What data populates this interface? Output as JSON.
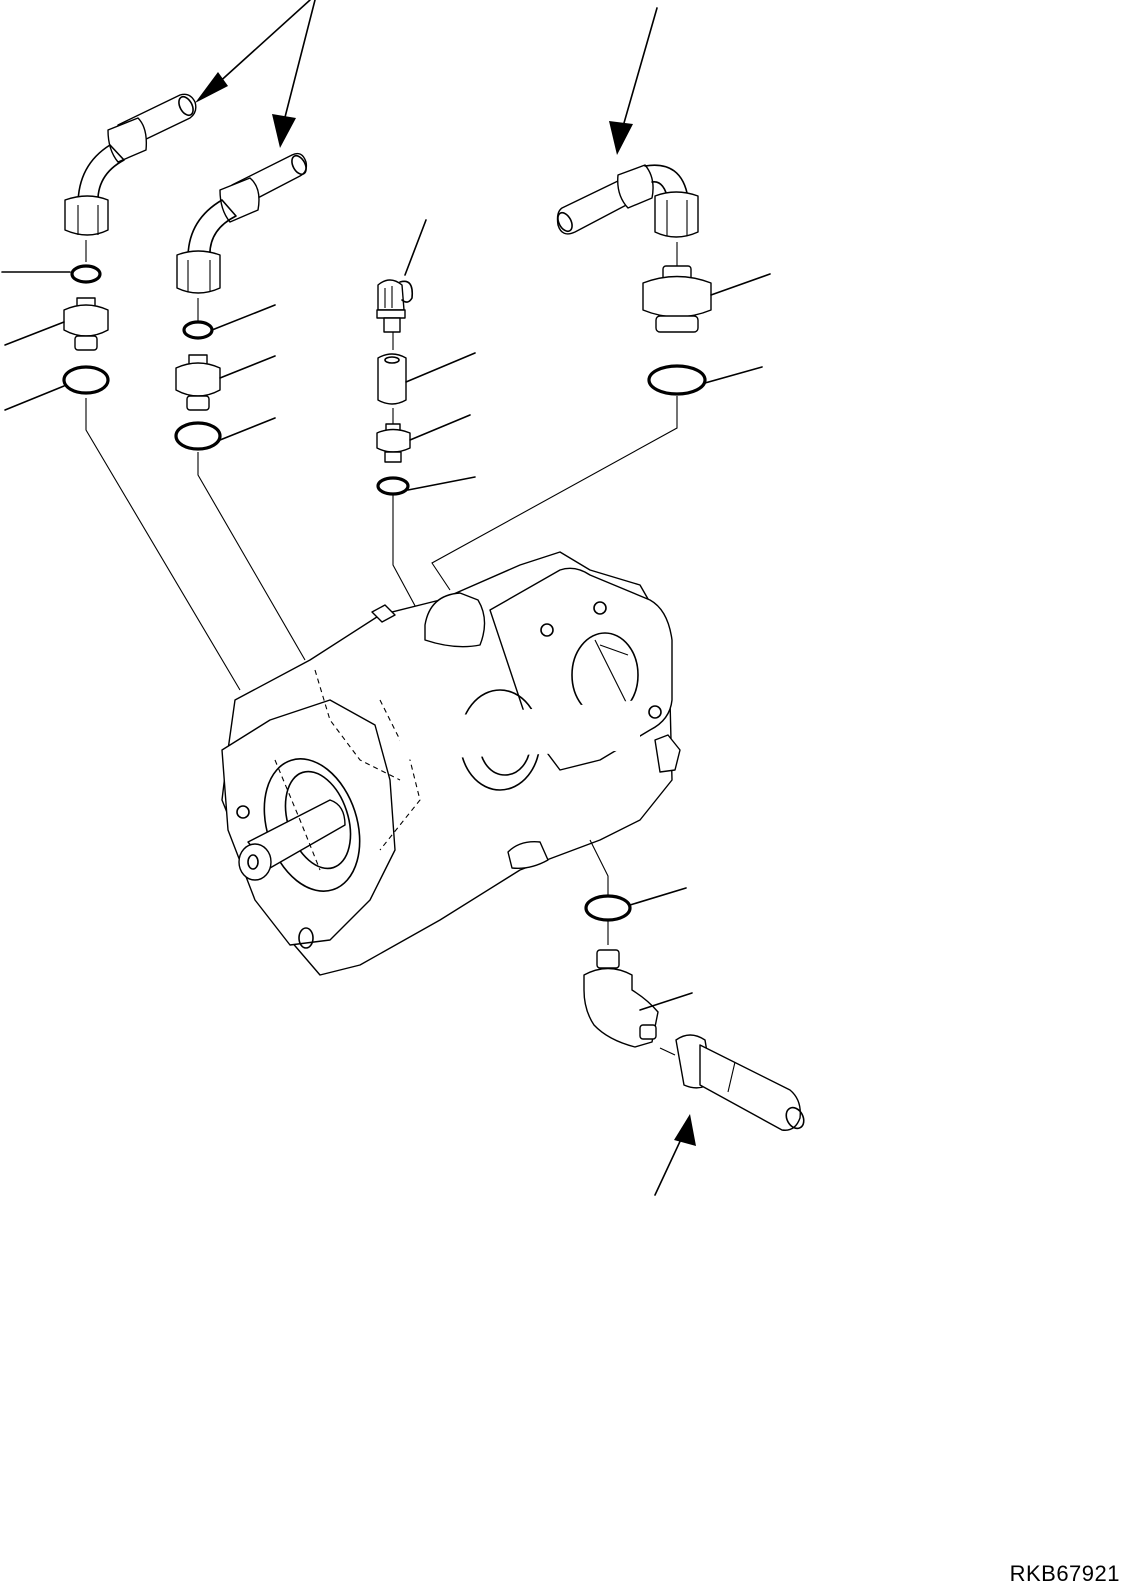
{
  "figure": {
    "id": "RKB67921",
    "type": "exploded parts diagram",
    "subject": "hydraulic pump with hose fittings"
  },
  "components": [
    {
      "name": "hose-1",
      "kind": "elbow hose end",
      "arrow": true
    },
    {
      "name": "oring-1a",
      "kind": "o-ring"
    },
    {
      "name": "adapter-1",
      "kind": "adapter fitting"
    },
    {
      "name": "oring-1b",
      "kind": "o-ring"
    },
    {
      "name": "hose-2",
      "kind": "elbow hose end",
      "arrow": true
    },
    {
      "name": "oring-2a",
      "kind": "o-ring"
    },
    {
      "name": "adapter-2",
      "kind": "adapter fitting"
    },
    {
      "name": "oring-2b",
      "kind": "o-ring"
    },
    {
      "name": "valve",
      "kind": "bleed valve with cap"
    },
    {
      "name": "spacer",
      "kind": "sleeve"
    },
    {
      "name": "adapter-3",
      "kind": "adapter fitting"
    },
    {
      "name": "oring-3",
      "kind": "o-ring"
    },
    {
      "name": "hose-4",
      "kind": "elbow hose end",
      "arrow": true
    },
    {
      "name": "adapter-4",
      "kind": "adapter fitting"
    },
    {
      "name": "oring-4",
      "kind": "o-ring"
    },
    {
      "name": "pump",
      "kind": "hydraulic pump"
    },
    {
      "name": "oring-5",
      "kind": "o-ring"
    },
    {
      "name": "elbow-5",
      "kind": "elbow fitting"
    },
    {
      "name": "hose-5",
      "kind": "straight hose end",
      "arrow": true
    }
  ]
}
